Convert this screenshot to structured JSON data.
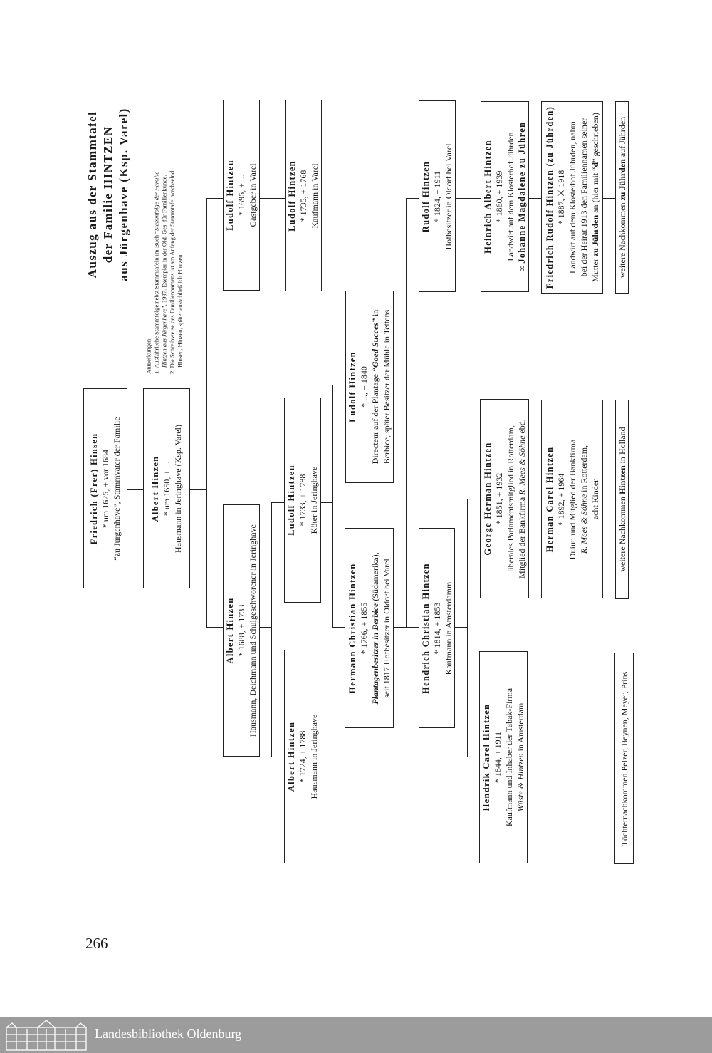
{
  "title": {
    "lines": [
      [
        {
          "text": "Auszug aus der Stammtafel"
        }
      ],
      [
        {
          "text": "der Familie HINTZEN"
        }
      ],
      [
        {
          "text": "aus Jürgenhave (Ksp. Varel)"
        }
      ]
    ]
  },
  "notes": {
    "lines": [
      [
        {
          "text": "Anmerkungen:"
        }
      ],
      [
        {
          "text": "1. Ausführliche Stammfolge nebst Stammtafeln im Buch “"
        },
        {
          "text": "Stammfolge der Familie",
          "style": "italic"
        }
      ],
      [
        {
          "text": "Hintzen aus Jürgenhave",
          "style": "italic"
        },
        {
          "text": "”, 1997. Exemplar in der Old. Ges. für Familienkunde."
        }
      ],
      [
        {
          "text": "2. Die Schreibweise des Familiennamens ist am Anfang der Stammtafel wechselnd:"
        }
      ],
      [
        {
          "text": "Hinsen, Hinzen, später ausschließlich Hintzen."
        }
      ]
    ]
  },
  "tree": {
    "boxes": [
      {
        "id": "friedrich-hinsen",
        "lines": [
          [
            {
              "text": "Friedrich (Frer) Hinsen",
              "style": "name"
            }
          ],
          [
            {
              "text": "* um 1625, + vor 1684"
            }
          ],
          [
            {
              "text": "“zu Jurgenhave”,  Stammvater der Familie"
            }
          ]
        ]
      },
      {
        "id": "albert-hinzen-1650",
        "lines": [
          [
            {
              "text": "Albert Hinzen",
              "style": "name"
            }
          ],
          [
            {
              "text": "* um 1650, + ..."
            }
          ],
          [
            {
              "text": "Hausmann in Jeringhave (Ksp. Varel)"
            }
          ]
        ]
      },
      {
        "id": "ludolf-hintzen-1695",
        "lines": [
          [
            {
              "text": "Ludolf Hintzen",
              "style": "name"
            }
          ],
          [
            {
              "text": "* 1695, + ..."
            }
          ],
          [
            {
              "text": "Gastgeber in Varel"
            }
          ]
        ]
      },
      {
        "id": "ludolf-hintzen-1735",
        "lines": [
          [
            {
              "text": "Ludolf Hintzen",
              "style": "name"
            }
          ],
          [
            {
              "text": "* 1735, + 1768"
            }
          ],
          [
            {
              "text": "Kaufmann in Varel"
            }
          ]
        ]
      },
      {
        "id": "albert-hinzen-1688",
        "lines": [
          [
            {
              "text": "Albert Hinzen",
              "style": "name"
            }
          ],
          [
            {
              "text": "* 1688, + 1733"
            }
          ],
          [
            {
              "text": "Hausmann, Deichmann und Schulgeschworener in Jeringhave"
            }
          ]
        ]
      },
      {
        "id": "ludolf-hintzen-1733",
        "lines": [
          [
            {
              "text": "Ludolf Hintzen",
              "style": "name"
            }
          ],
          [
            {
              "text": "* 1733, + 1788"
            }
          ],
          [
            {
              "text": "Köter in Jeringhave"
            }
          ]
        ]
      },
      {
        "id": "albert-hintzen-1724",
        "lines": [
          [
            {
              "text": "Albert Hintzen",
              "style": "name"
            }
          ],
          [
            {
              "text": "* 1724, + 1788"
            }
          ],
          [
            {
              "text": "Hausmann in Jeringhave"
            }
          ]
        ]
      },
      {
        "id": "ludolf-hintzen-1840",
        "lines": [
          [
            {
              "text": "Ludolf Hintzen",
              "style": "name"
            }
          ],
          [
            {
              "text": "* ..., + 1840"
            }
          ],
          [
            {
              "text": "Directeur auf der Plantage "
            },
            {
              "text": "“Goed Succes”",
              "style": "bolditalic"
            },
            {
              "text": " in"
            }
          ],
          [
            {
              "text": "Berbice, später Besitzer der Mühle in Tettens"
            }
          ]
        ]
      },
      {
        "id": "hermann-christian-hintzen",
        "lines": [
          [
            {
              "text": "Hermann Christian Hintzen",
              "style": "name"
            }
          ],
          [
            {
              "text": "* 1766, + 1855"
            }
          ],
          [
            {
              "text": "Plantagenbesitzer in Berbice",
              "style": "bolditalic"
            },
            {
              "text": " (Südamerika),"
            }
          ],
          [
            {
              "text": "seit 1817 Hofbesitzer in Oldorf bei Varel"
            }
          ]
        ]
      },
      {
        "id": "rudolf-hintzen",
        "lines": [
          [
            {
              "text": "Rudolf Hintzen",
              "style": "name"
            }
          ],
          [
            {
              "text": "* 1824, + 1911"
            }
          ],
          [
            {
              "text": "Hofbesitzer in Oldorf bei Varel"
            }
          ]
        ]
      },
      {
        "id": "hendrich-christian-hintzen",
        "lines": [
          [
            {
              "text": "Hendrich Christian Hintzen",
              "style": "name"
            }
          ],
          [
            {
              "text": "* 1814, + 1853"
            }
          ],
          [
            {
              "text": "Kaufmann in Amsterdamm"
            }
          ]
        ]
      },
      {
        "id": "heinrich-albert-hintzen",
        "lines": [
          [
            {
              "text": "Heinrich Albert Hintzen",
              "style": "name"
            }
          ],
          [
            {
              "text": "* 1860, + 1939"
            }
          ],
          [
            {
              "text": "Landwirt auf dem Klosterhof Jührden"
            }
          ],
          [
            {
              "text": "∞ "
            },
            {
              "text": "Johanne Magdalene zu Jühren",
              "style": "name"
            }
          ]
        ]
      },
      {
        "id": "friedrich-rudolf-hintzen",
        "lines": [
          [
            {
              "text": "Friedrich Rudolf Hintzen  (zu Jührden)",
              "style": "name"
            }
          ],
          [
            {
              "text": "* 1887, ⚔ 1918"
            }
          ],
          [
            {
              "text": "Landwirt auf dem Klosterhof Jührden, nahm"
            }
          ],
          [
            {
              "text": "bei der Heirat 1913 den Familiennamen seiner"
            }
          ],
          [
            {
              "text": "Mutter "
            },
            {
              "text": "zu Jührden",
              "style": "bold"
            },
            {
              "text": " an (hier mit “"
            },
            {
              "text": "d",
              "style": "bold"
            },
            {
              "text": "” geschrieben)"
            }
          ]
        ]
      },
      {
        "id": "weitere-nachkommen-juehrden",
        "lines": [
          [
            {
              "text": "weitere Nachkommen "
            },
            {
              "text": "zu Jührden",
              "style": "bold"
            },
            {
              "text": " auf Jührden"
            }
          ]
        ]
      },
      {
        "id": "george-herman-hintzen",
        "lines": [
          [
            {
              "text": "George Herman Hintzen",
              "style": "name"
            }
          ],
          [
            {
              "text": "* 1851, + 1932"
            }
          ],
          [
            {
              "text": "liberales Parlamentsmitglied in Rotterdam,"
            }
          ],
          [
            {
              "text": "Mitglied der Bankfirma "
            },
            {
              "text": "R. Mees & Söhne",
              "style": "italic"
            },
            {
              "text": " ebd."
            }
          ]
        ]
      },
      {
        "id": "herman-carel-hintzen",
        "lines": [
          [
            {
              "text": "Herman Carel Hintzen",
              "style": "name"
            }
          ],
          [
            {
              "text": "* 1892, + 1964"
            }
          ],
          [
            {
              "text": "Dr.iur. und Mitglied der Bankfirma"
            }
          ],
          [
            {
              "text": "R. Mees & Söhne",
              "style": "italic"
            },
            {
              "text": " in Rotterdam,"
            }
          ],
          [
            {
              "text": "acht Kinder"
            }
          ]
        ]
      },
      {
        "id": "weitere-nachkommen-holland",
        "lines": [
          [
            {
              "text": "weitere Nachkommen "
            },
            {
              "text": "Hintzen",
              "style": "bold"
            },
            {
              "text": " in Holland"
            }
          ]
        ]
      },
      {
        "id": "hendrik-carel-hintzen",
        "lines": [
          [
            {
              "text": "Hendrik Carel Hintzen",
              "style": "name"
            }
          ],
          [
            {
              "text": "* 1844, + 1911"
            }
          ],
          [
            {
              "text": "Kaufmann und Inhaber der Tabak-Firma"
            }
          ],
          [
            {
              "text": "Wüste & Hintzen",
              "style": "italic"
            },
            {
              "text": " in Amsterdam"
            }
          ]
        ]
      },
      {
        "id": "toechternachkommen",
        "lines": [
          [
            {
              "text": "Töchternachkommen Pelzer, Beynen, Meyer, Prins"
            }
          ]
        ]
      }
    ]
  },
  "page_number": "266",
  "footer": {
    "library_name": "Landesbibliothek Oldenburg",
    "logo_icon": "library-building-icon",
    "background_color": "#9c9c9c"
  }
}
